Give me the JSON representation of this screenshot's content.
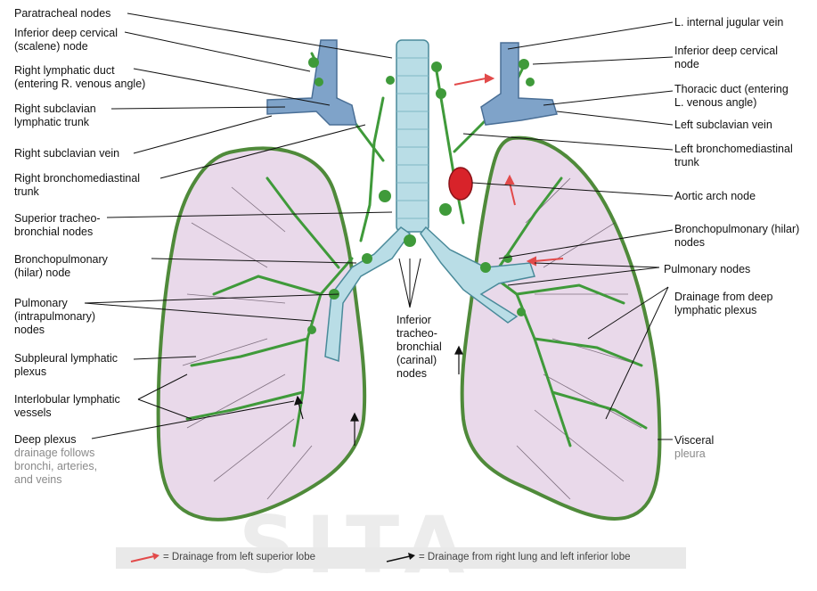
{
  "labels_left": [
    {
      "id": "paratracheal",
      "text": "Paratracheal nodes"
    },
    {
      "id": "inferior-deep-cervical-scalene",
      "text": "Inferior deep cervical\n(scalene) node"
    },
    {
      "id": "right-lymphatic-duct",
      "text": "Right lymphatic duct\n(entering R. venous angle)"
    },
    {
      "id": "right-subclavian-lymphatic-trunk",
      "text": "Right subclavian\nlymphatic trunk"
    },
    {
      "id": "right-subclavian-vein",
      "text": "Right subclavian vein"
    },
    {
      "id": "right-bronchomediastinal-trunk",
      "text": "Right bronchomediastinal\ntrunk"
    },
    {
      "id": "superior-tracheobronchial",
      "text": "Superior tracheo-\nbronchial nodes"
    },
    {
      "id": "bronchopulmonary-hilar-left-side",
      "text": "Bronchopulmonary\n(hilar) node"
    },
    {
      "id": "pulmonary-intrapulmonary",
      "text": "Pulmonary\n(intrapulmonary)\nnodes"
    },
    {
      "id": "subpleural-plexus",
      "text": "Subpleural lymphatic\nplexus"
    },
    {
      "id": "interlobular-vessels",
      "text": "Interlobular lymphatic\nvessels"
    },
    {
      "id": "deep-plexus",
      "text": "Deep plexus"
    }
  ],
  "deep_plexus_note": "drainage follows\nbronchi, arteries,\nand veins",
  "labels_right": [
    {
      "id": "internal-jugular",
      "text": "L. internal jugular vein"
    },
    {
      "id": "inferior-deep-cervical-node",
      "text": "Inferior deep cervical\nnode"
    },
    {
      "id": "thoracic-duct",
      "text": "Thoracic duct (entering\nL. venous angle)"
    },
    {
      "id": "left-subclavian-vein",
      "text": "Left subclavian vein"
    },
    {
      "id": "left-bronchomediastinal",
      "text": "Left bronchomediastinal\ntrunk"
    },
    {
      "id": "aortic-arch-node",
      "text": "Aortic arch node"
    },
    {
      "id": "bronchopulmonary-hilar-nodes",
      "text": "Bronchopulmonary (hilar)\nnodes"
    },
    {
      "id": "pulmonary-nodes",
      "text": "Pulmonary nodes"
    },
    {
      "id": "drainage-deep-plexus",
      "text": "Drainage from deep\nlymphatic plexus"
    },
    {
      "id": "visceral",
      "text": "Visceral"
    }
  ],
  "visceral_note": "pleura",
  "center_label": "Inferior\ntracheo-\nbronchial\n(carinal)\nnodes",
  "legend": {
    "item1": "= Drainage from left superior lobe",
    "item2": "= Drainage from right lung and left inferior lobe"
  },
  "watermark": "SITA",
  "colors": {
    "lung_fill": "#e9d9ea",
    "lung_outline": "#5a8a3c",
    "node_green": "#3f9a3a",
    "trachea": "#b9dde6",
    "vein_blue": "#7fa3c9",
    "aortic_red": "#d8232a",
    "legend_red_arrow": "#e24a4a"
  }
}
